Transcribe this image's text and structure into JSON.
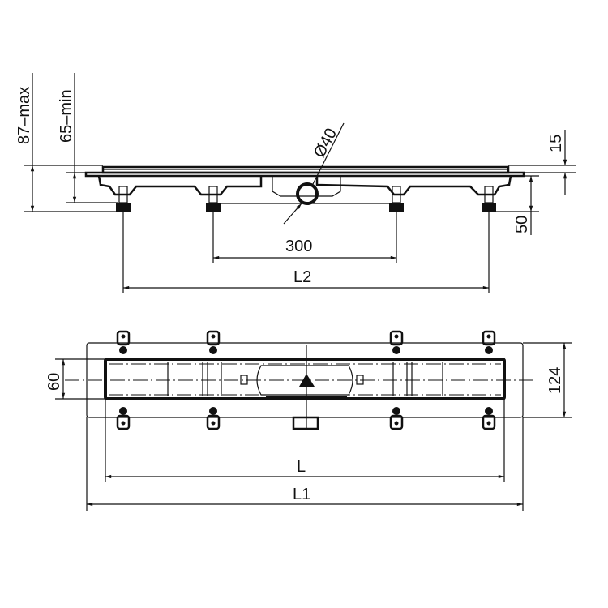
{
  "side_view": {
    "height_max_label": "87–max",
    "height_min_label": "65–min",
    "outlet_diameter_label": "Ø40",
    "grate_height_label": "15",
    "body_height_label": "50",
    "foot_spacing_label": "300",
    "outer_foot_span_label": "L2"
  },
  "top_view": {
    "channel_width_label": "60",
    "frame_width_label": "124",
    "channel_length_label": "L",
    "frame_length_label": "L1"
  }
}
